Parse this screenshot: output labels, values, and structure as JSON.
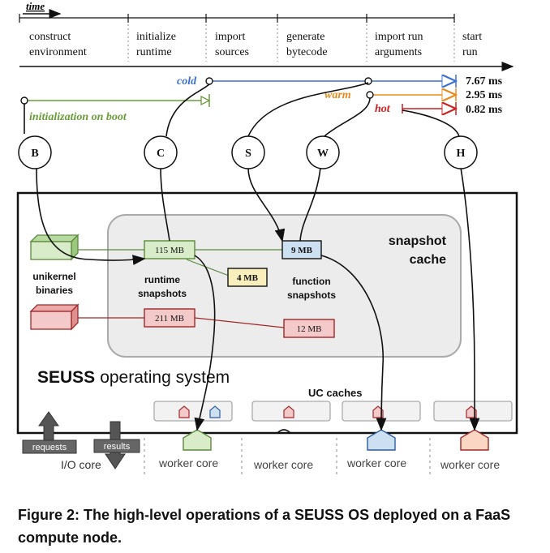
{
  "timeline": {
    "axis_label": "time",
    "stages": [
      "construct",
      "environment",
      "initialize",
      "runtime",
      "import",
      "sources",
      "generate",
      "bytecode",
      "import run",
      "arguments",
      "start",
      "run"
    ]
  },
  "paths": {
    "cold_label": "cold",
    "warm_label": "warm",
    "hot_label": "hot",
    "boot_label": "initialization on boot",
    "cold_time": "7.67 ms",
    "warm_time": "2.95 ms",
    "hot_time": "0.82 ms"
  },
  "nodes": [
    "B",
    "C",
    "S",
    "W",
    "H"
  ],
  "components": {
    "snapshot_cache_line1": "snapshot",
    "snapshot_cache_line2": "cache",
    "unikernel_line1": "unikernel",
    "unikernel_line2": "binaries",
    "runtime_line1": "runtime",
    "runtime_line2": "snapshots",
    "function_line1": "function",
    "function_line2": "snapshots",
    "size_115": "115 MB",
    "size_4": "4 MB",
    "size_9": "9 MB",
    "size_211": "211 MB",
    "size_12": "12 MB",
    "os_name_bold": "SEUSS",
    "os_name_rest": "operating system",
    "uc_caches": "UC caches",
    "requests": "requests",
    "results": "results",
    "io_core": "I/O core",
    "worker_core": "worker core"
  },
  "colors": {
    "cold": "#3b6fd1",
    "warm": "#e88a1a",
    "hot": "#cc2020",
    "boot": "#6a9d3a",
    "green_fill": "#d9ecc9",
    "green_stroke": "#5a8a3a",
    "red_fill": "#f4c9c9",
    "red_stroke": "#a02828",
    "yellow_fill": "#f8efbd",
    "blue_fill": "#cde0f2"
  },
  "caption": "Figure 2: The high-level operations of a SEUSS OS deployed on a FaaS compute node."
}
